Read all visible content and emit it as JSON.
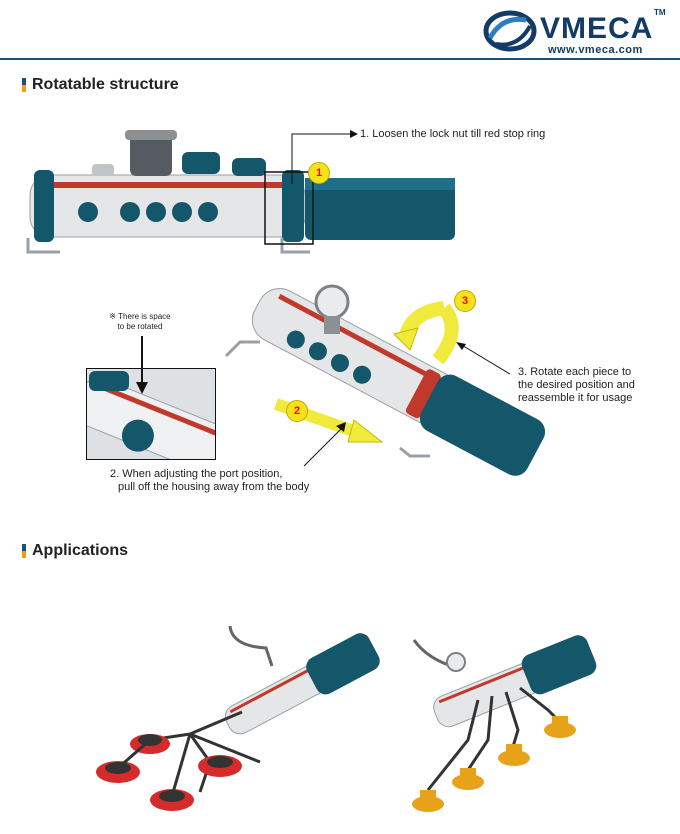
{
  "brand": {
    "name": "VMECA",
    "trademark": "TM",
    "url": "www.vmeca.com",
    "color": "#123c66"
  },
  "sections": {
    "rotatable": {
      "title": "Rotatable structure"
    },
    "applications": {
      "title": "Applications"
    }
  },
  "steps": {
    "step1": {
      "badge": "1",
      "text": "1. Loosen the lock nut till red stop ring"
    },
    "step2": {
      "badge": "2",
      "line1": "2. When adjusting the port position,",
      "line2": "pull off the housing away from the body"
    },
    "step3": {
      "badge": "3",
      "line1": "3. Rotate each piece to",
      "line2": "the desired position and",
      "line3": "reassemble it for usage"
    }
  },
  "space_note": {
    "line1": "※ There is space",
    "line2": "to be rotated"
  },
  "colors": {
    "accent": "#1f4e79",
    "teal": "#14566a",
    "red_stripe": "#c0392b",
    "badge": "#f5e21a",
    "arrow_yellow": "#f0ea3c",
    "cup_red": "#d62b2b",
    "cup_orange": "#e8a21a"
  }
}
